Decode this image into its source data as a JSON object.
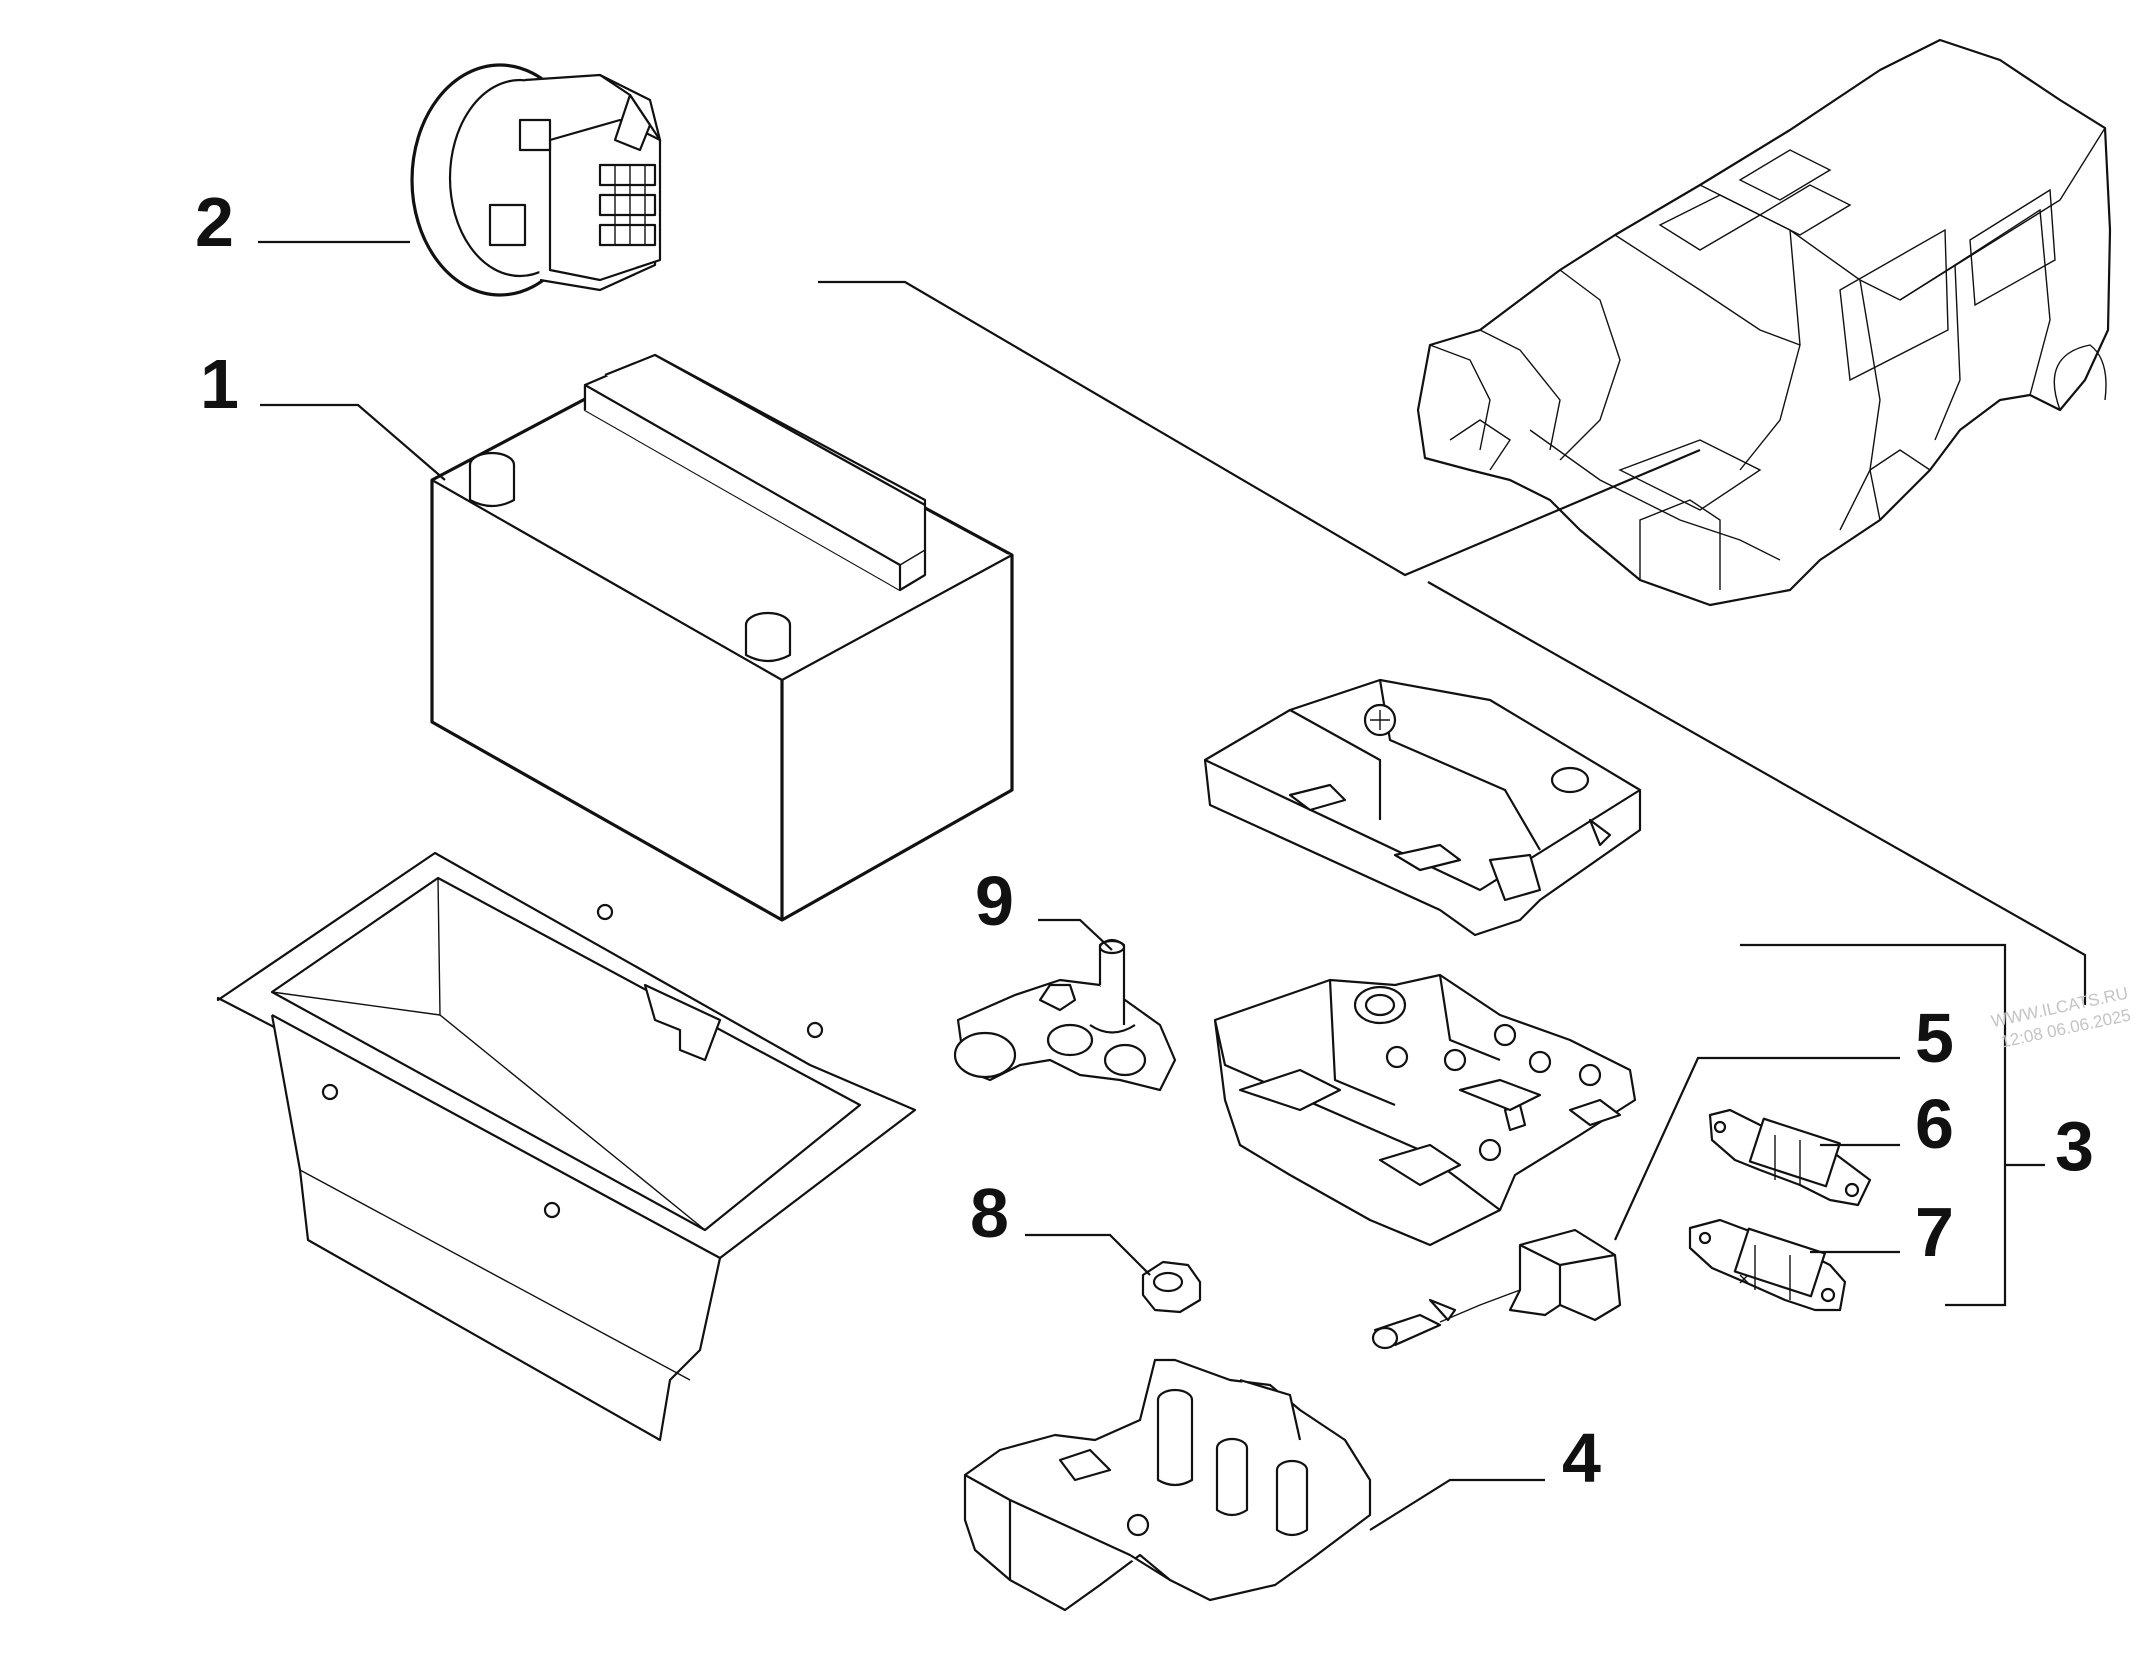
{
  "callouts": [
    {
      "id": "1",
      "label": "1"
    },
    {
      "id": "2",
      "label": "2"
    },
    {
      "id": "3",
      "label": "3"
    },
    {
      "id": "4",
      "label": "4"
    },
    {
      "id": "5",
      "label": "5"
    },
    {
      "id": "6",
      "label": "6"
    },
    {
      "id": "7",
      "label": "7"
    },
    {
      "id": "8",
      "label": "8"
    },
    {
      "id": "9",
      "label": "9"
    }
  ],
  "watermark": {
    "line1": "WWW.ILCATS.RU",
    "line2": "12:08 06.06.2025"
  },
  "colors": {
    "ink": "#111111",
    "paper": "#ffffff",
    "watermark": "#c4c4c4"
  }
}
